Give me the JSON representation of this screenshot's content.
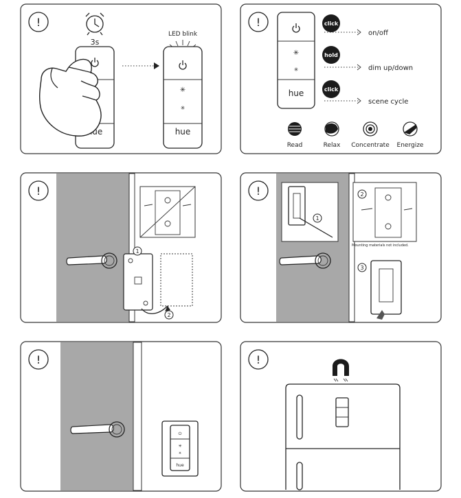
{
  "panels": {
    "p1": {
      "warning": "!",
      "timer": "3s",
      "led_label": "LED blink",
      "remote_brand": "hue"
    },
    "p2": {
      "warning": "!",
      "remote_brand": "hue",
      "actions": [
        {
          "badge": "click",
          "label": "on/off"
        },
        {
          "badge": "hold",
          "label": "dim up/down"
        },
        {
          "badge": "click",
          "label": "scene cycle"
        }
      ],
      "scenes": [
        {
          "label": "Read",
          "icon": "read-scene-icon"
        },
        {
          "label": "Relax",
          "icon": "relax-scene-icon"
        },
        {
          "label": "Concentrate",
          "icon": "concentrate-scene-icon"
        },
        {
          "label": "Energize",
          "icon": "energize-scene-icon"
        }
      ]
    },
    "p3": {
      "warning": "!",
      "steps": [
        "1",
        "2"
      ]
    },
    "p4": {
      "warning": "!",
      "steps": [
        "1",
        "2",
        "3"
      ],
      "note": "Mounting materials not included."
    },
    "p5": {
      "warning": "!",
      "remote_brand": "hue"
    },
    "p6": {
      "warning": "!"
    }
  },
  "colors": {
    "wall": "#a8a8a8",
    "ink": "#222222",
    "badge": "#1b1b1b"
  }
}
